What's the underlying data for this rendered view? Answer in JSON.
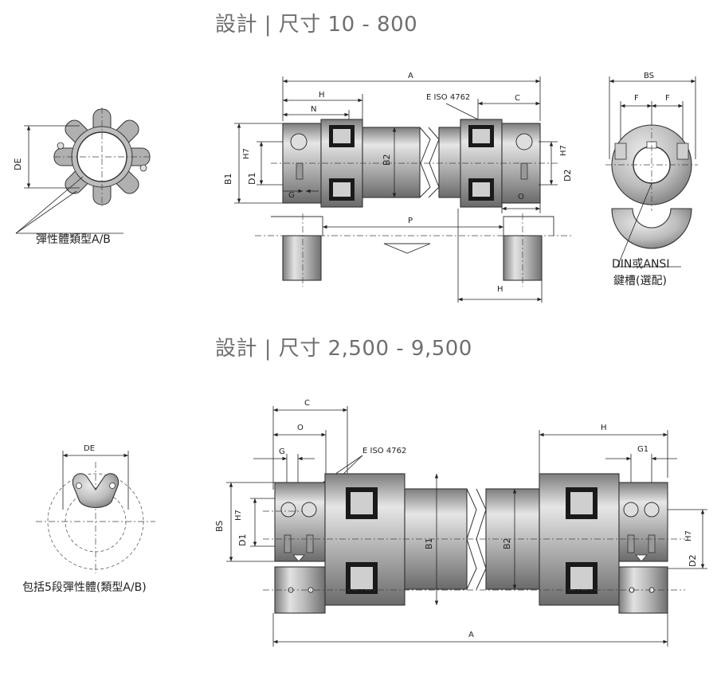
{
  "titles": {
    "top": "設計 | 尺寸 10 - 800",
    "bottom": "設計 | 尺寸 2,500 - 9,500"
  },
  "labels": {
    "top": {
      "A": "A",
      "H": "H",
      "N": "N",
      "C": "C",
      "E": "E ISO 4762",
      "B1": "B1",
      "D1": "D1",
      "D1_sup": "H7",
      "B2": "B2",
      "D2": "D2",
      "D2_sup": "H7",
      "G": "G",
      "O": "O",
      "P": "P",
      "H2": "H",
      "DE": "DE",
      "BS": "BS",
      "F1": "F",
      "F2": "F",
      "spider_caption": "彈性體類型A/B",
      "key_line1": "DIN或ANSI",
      "key_line2": "鍵槽(選配)"
    },
    "bottom": {
      "C": "C",
      "O": "O",
      "G": "G",
      "E": "E ISO 4762",
      "H": "H",
      "G1": "G1",
      "BS": "BS",
      "D1": "D1",
      "D1_sup": "H7",
      "B1": "B1",
      "B2": "B2",
      "D2": "D2",
      "D2_sup": "H7",
      "A": "A",
      "DE": "DE",
      "segment_caption": "包括5段彈性體(類型A/B)"
    }
  },
  "colors": {
    "title": "#6f6f6f",
    "metal": "#b5b5b5",
    "line": "#222222"
  }
}
